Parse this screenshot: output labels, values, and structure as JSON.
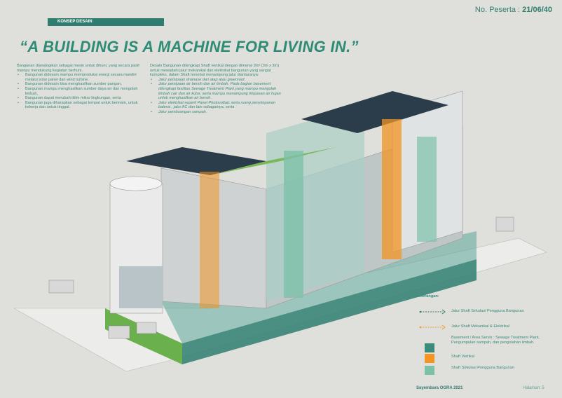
{
  "header": {
    "participant_label": "No. Peserta :",
    "participant_number": "21/06/40",
    "section_tag": "KONSEP DESAIN",
    "title": "“A BUILDING IS A MACHINE FOR LIVING IN.”"
  },
  "col1": {
    "intro": "Bangunan dianalogikan sebagai mesin untuk dihuni, yang secara pasif mampu mendukung kegiatan berhuni.",
    "bullets": [
      "Bangunan didesain mampu memproduksi energi secara mandiri melalui solar panel dan wind turbine,",
      "Bangunan didesain bisa menghasilkan sumber pangan,",
      "Bangunan mampu menghasilkan sumber daya air dan mengolah limbah,",
      "Bangunan dapat merubah iklim mikro lingkungan, serta",
      "Bangunan juga diharapkan sebagai tempat untuk bermain, untuk bekerja dan untuk tinggal."
    ]
  },
  "col2": {
    "intro": "Desain Bangunan dilengkapi Shaft vertikal dengan dimensi 9m² (3m x 3m) untuk mewadahi jalur mekanikal dan elektrikal bangunan yang sangat kompleks. dalam Shaft tersebut menampung jalur diantaranya:",
    "bullets": [
      "Jalur pemipaan drainase dari atap atau greenroof.",
      "Jalur pemipaan air bersih dan air limbah. Pada bagian basement dilengkapi fasilitas Sewage Treatment Plant yang mampu mengolah limbah cair dan air kotor, serta mampu menampung limpasan air hujan untuk menghasilkan air bersih.",
      "Jalur elektrikal seperti Panel Photovoltaic serta ruang penyimpanan baterai , jalur AC dan lain sebagainya, serta",
      "Jalur pembuangan sampah."
    ]
  },
  "legend": {
    "title": "Keterangan:",
    "items": [
      {
        "label": "Jalur Shaft Sirkulasi Pengguna Bangunan",
        "type": "arrow",
        "color": "#2e7d6e"
      },
      {
        "label": "Jalur Shaft Mekanikal & Elektrikal",
        "type": "arrow",
        "color": "#f39a2c"
      },
      {
        "label": "Basement / Area Servis : Sewage Treatment Plant, Pengumpulan sampah, dan pengolahan limbah.",
        "type": "swatch",
        "color": "#3b8a7c"
      },
      {
        "label": "Shaft Vertikal",
        "type": "swatch",
        "color": "#f39423"
      },
      {
        "label": "Shaft Sirkulasi Pengguna Bangunan",
        "type": "swatch",
        "color": "#7dc0a8"
      }
    ]
  },
  "footer": {
    "left": "Sayembara OGRA 2021",
    "right": "Halaman: 5"
  }
}
